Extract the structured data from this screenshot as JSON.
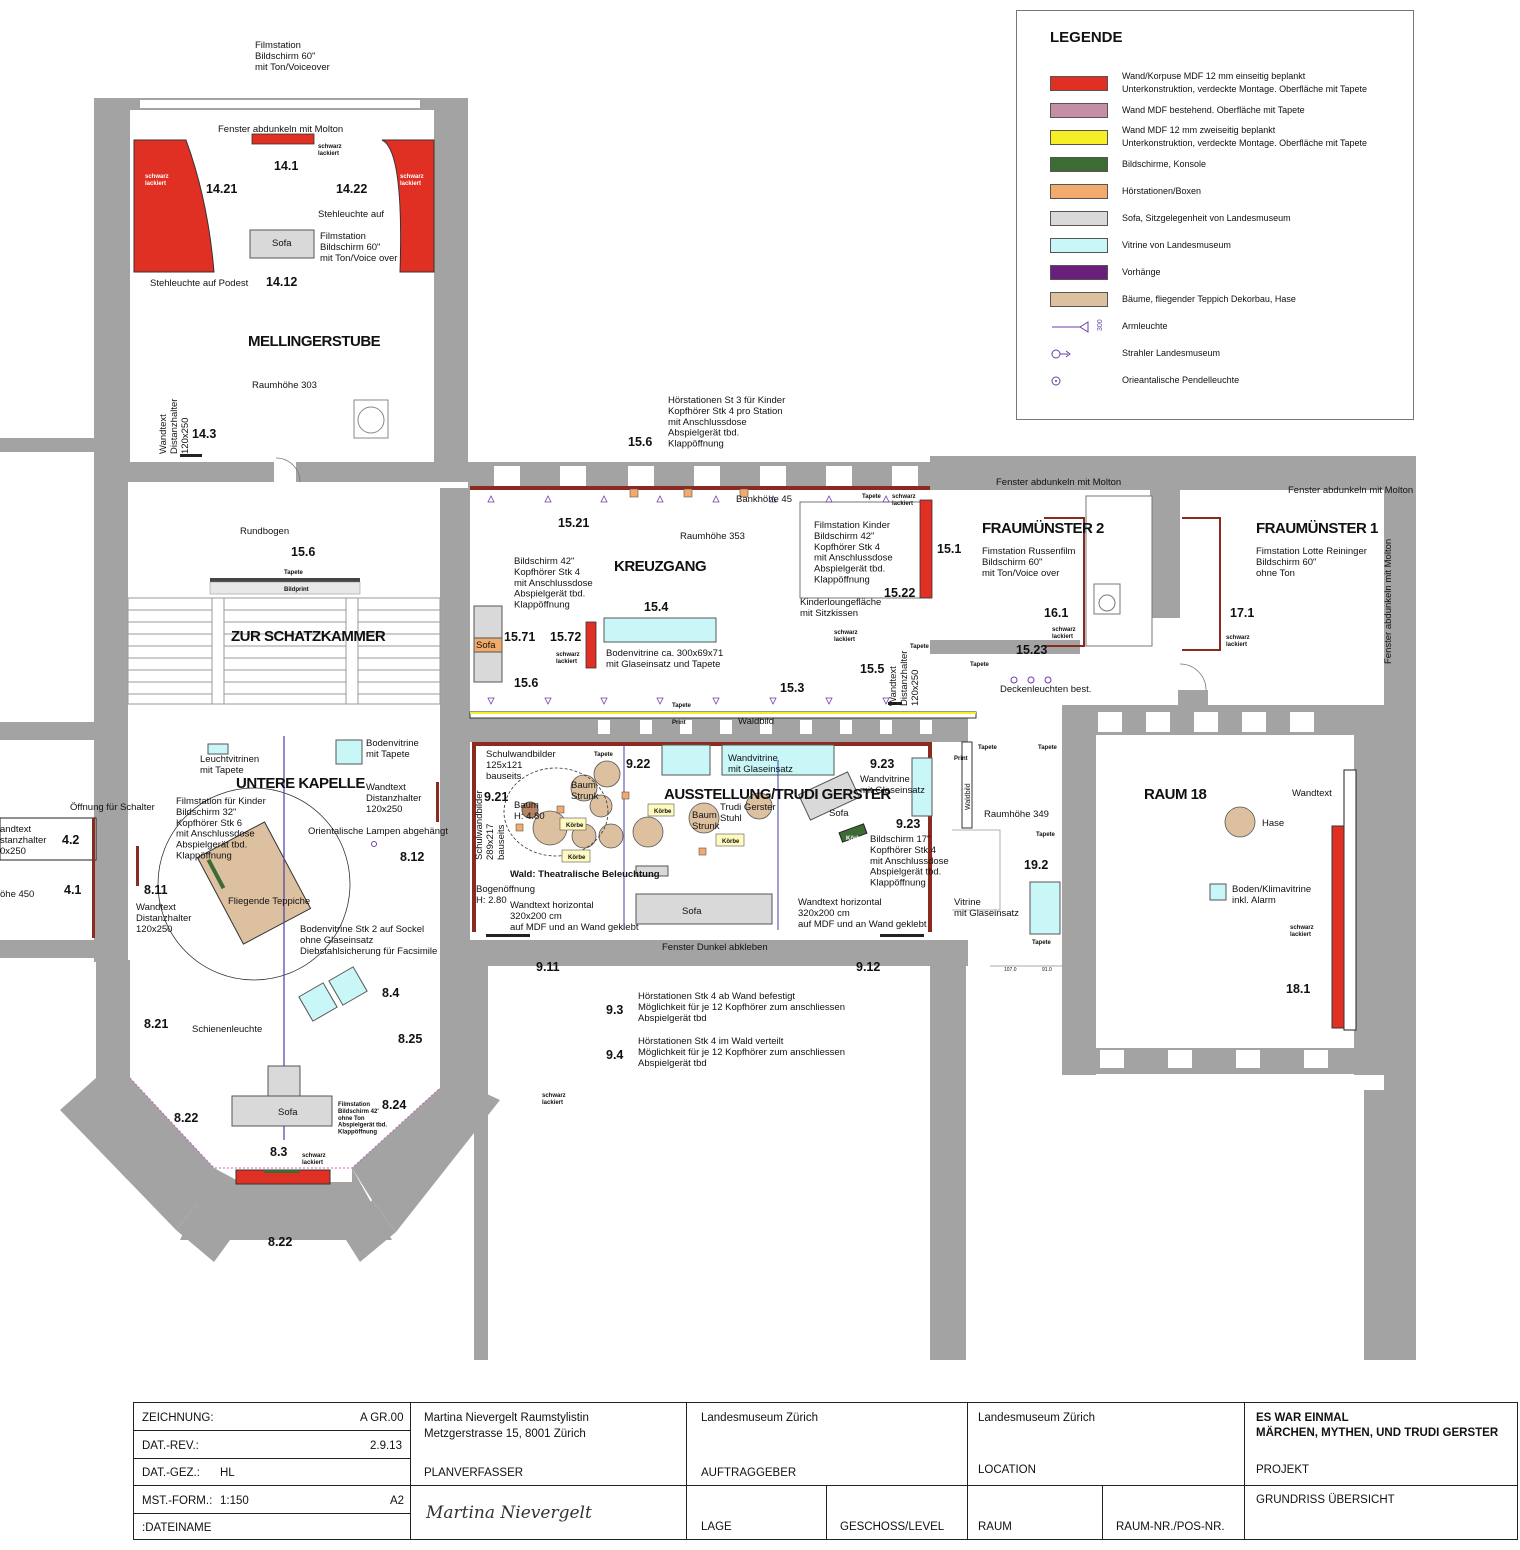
{
  "legend": {
    "title": "LEGENDE",
    "items": [
      {
        "color": "#e03024",
        "text": "Wand/Korpuse MDF 12 mm einseitig beplankt\nUnterkonstruktion, verdeckte Montage. Oberfläche mit Tapete"
      },
      {
        "color": "#c68da6",
        "text": "Wand MDF bestehend. Oberfläche mit Tapete"
      },
      {
        "color": "#f6ef25",
        "text": "Wand MDF 12 mm zweiseitig beplankt\nUnterkonstruktion, verdeckte Montage. Oberfläche mit Tapete"
      },
      {
        "color": "#3c6b33",
        "text": "Bildschirme, Konsole"
      },
      {
        "color": "#f2ab6c",
        "text": "Hörstationen/Boxen"
      },
      {
        "color": "#d9d9d9",
        "text": "Sofa, Sitzgelegenheit von Landesmuseum"
      },
      {
        "color": "#c9f6f7",
        "text": "Vitrine von Landesmuseum"
      },
      {
        "color": "#6a1f7d",
        "text": "Vorhänge"
      },
      {
        "color": "#dcc0a0",
        "text": "Bäume, fliegender Teppich Dekorbau, Hase"
      },
      {
        "symbol": "armleuchte-icon",
        "symbol_label": "300",
        "text": "Armleuchte"
      },
      {
        "symbol": "strahler-icon",
        "text": "Strahler Landesmuseum"
      },
      {
        "symbol": "pendelleuchte-icon",
        "text": "Orieantalische Pendelleuchte"
      }
    ]
  },
  "plan": {
    "rooms": {
      "mellingerstube": "MELLINGERSTUBE",
      "kreuzgang": "KREUZGANG",
      "schatzkammer": "ZUR SCHATZKAMMER",
      "untere_kapelle": "UNTERE KAPELLE",
      "ausstellung": "AUSSTELLUNG/TRUDI GERSTER",
      "fraumuenster2": "FRAUMÜNSTER 2",
      "fraumuenster1": "FRAUMÜNSTER 1",
      "raum18": "RAUM 18"
    },
    "numbers": {
      "n14_1": "14.1",
      "n14_21": "14.21",
      "n14_22": "14.22",
      "n14_12": "14.12",
      "n14_3": "14.3",
      "n15_6a": "15.6",
      "n15_6b": "15.6",
      "n15_6c": "15.6",
      "n15_21": "15.21",
      "n15_4": "15.4",
      "n15_71": "15.71",
      "n15_72": "15.72",
      "n15_3": "15.3",
      "n15_5": "15.5",
      "n15_22": "15.22",
      "n15_1": "15.1",
      "n15_23": "15.23",
      "n16_1": "16.1",
      "n17_1": "17.1",
      "n9_22": "9.22",
      "n9_21": "9.21",
      "n9_23a": "9.23",
      "n9_23b": "9.23",
      "n9_11": "9.11",
      "n9_12": "9.12",
      "n9_3": "9.3",
      "n9_4": "9.4",
      "n19_2": "19.2",
      "n18_1": "18.1",
      "n4_2": "4.2",
      "n4_1": "4.1",
      "n8_11": "8.11",
      "n8_12": "8.12",
      "n8_4": "8.4",
      "n8_21": "8.21",
      "n8_25": "8.25",
      "n8_22a": "8.22",
      "n8_22b": "8.22",
      "n8_24": "8.24",
      "n8_3": "8.3"
    },
    "notes": {
      "filmstation_top": "Filmstation\nBildschirm 60\"\nmit Ton/Voiceover",
      "fenster_molton1": "Fenster abdunkeln mit Molton",
      "schwarz1": "schwarz\nlackiert",
      "schwarz2": "schwarz\nlackiert",
      "schwarz3": "schwarz\nlackiert",
      "stehleuchte_auf": "Stehleuchte auf",
      "filmstation_mell": "Filmstation\nBildschirm 60\"\nmit Ton/Voice over",
      "stehleuchte_podest": "Stehleuchte auf Podest",
      "sofa1": "Sofa",
      "raumhoehe303": "Raumhöhe 303",
      "wandtext_vert1": "Wandtext\nDistanzhalter\n120x250",
      "hoerstationen_kinder": "Hörstationen St 3 für Kinder\nKopfhörer Stk 4 pro Station\nmit Anschlussdose\nAbspielgerät tbd.\nKlappöffnung",
      "bankhoehe": "Bankhöhe 45",
      "tapete_k": "Tapete",
      "raumhoehe353": "Raumhöhe 353",
      "bildschirm42": "Bildschirm 42\"\nKopfhörer Stk 4\nmit Anschlussdose\nAbspielgerät tbd.\nKlappöffnung",
      "bodenvitrine_300": "Bodenvitrine ca. 300x69x71\nmit Glaseinsatz und Tapete",
      "sofa2": "Sofa",
      "schwarz4": "schwarz\nlackiert",
      "schwarz5": "schwarz\nlackiert",
      "filmstation_kinder": "Filmstation Kinder\nBildschirm 42\"\nKopfhörer Stk 4\nmit Anschlussdose\nAbspielgerät tbd.\nKlappöffnung",
      "kinderlounge": "Kinderloungefläche\nmit Sitzkissen",
      "tapete_k2": "Tapete",
      "tapete_k3": "Tapete",
      "wandtext_vert2": "Wandtext\nDistanzhalter\n120x250",
      "print1": "Print",
      "waldbild": "Waldbild",
      "rundbogen": "Rundbogen",
      "tapete_s": "Tapete",
      "bildprint": "Bildprint",
      "fenster_molton2": "Fenster abdunkeln mit Molton",
      "fenster_molton3": "Fenster abdunkeln mit Molton",
      "fenster_molton4": "Fenster abdunkeln mit Molton",
      "film_russenfilm": "Fimstation Russenfilm\nBildschirm 60\"\nmit Ton/Voice over",
      "film_lotte": "Fimstation Lotte Reininger\nBildschirm 60\"\nohne Ton",
      "schwarz6": "schwarz\nlackiert",
      "schwarz7": "schwarz\nlackiert",
      "tapete_f": "Tapete",
      "deckenleuchten": "Deckenleuchten best.",
      "leuchtvitrinen": "Leuchtvitrinen\nmit Tapete",
      "bodenvitrine_tapete": "Bodenvitrine\nmit Tapete",
      "oeffnung_schalter": "Öffnung für Schalter",
      "filmstation_kinder32": "Filmstation für Kinder\nBildschirm 32\"\nKopfhörer Stk 6\nmit Anschlussdose\nAbspielgerät tbd.\nKlappöffnung",
      "wandtext_dist1": "Wandtext\nDistanzhalter\n120x250",
      "orient_lampen": "Orientalische Lampen abgehängt",
      "fliegende_teppiche": "Fliegende Teppiche",
      "wandtext_dist2": "Wandtext\nDistanzhalter\n120x250",
      "bodenvitrine_stk2": "Bodenvitrine Stk 2 auf Sockel\nohne Glaseinsatz\nDiebstahlsicherung für Facsimile",
      "schienenleuchte": "Schienenleuchte",
      "sofa3": "Sofa",
      "filmstation_42": "Filmstation\nBildschirm 42'\nohne Ton\nAbspielgerät tbd.\nKlappöffnung",
      "wandtext_left": "andtext\nstanzhalter\n0x250",
      "hoehe450": "öhe 450",
      "schulwandbilder": "Schulwandbilder\n125x121\nbauseits",
      "tapete_a": "Tapete",
      "schulwandbilder_vert": "Schulwandbilder\n289x217\nbauseits",
      "baum_h": "Baum\nH: 4.80",
      "baum_strunk1": "Baum\nStrunk",
      "baum_strunk2": "Baum\nStrunk",
      "koerbe1": "Körbe",
      "koerbe2": "Körbe",
      "koerbe3": "Körbe",
      "koerbe4": "Körbe",
      "trudi_stuhl": "Trudi Gerster\nStuhl",
      "wald_beleuchtung": "Wald: Theatralische Beleuchtung",
      "wandvitrine_glas": "Wandvitrine\nmit Glaseinsatz",
      "wandvitrine_glas2": "Wandvitrine\nmit Glaseinsatz",
      "sofa4": "Sofa",
      "bildschirm17": "Bildschirm 17\"\nKopfhörer Stk 4\nmit Anschlussdose\nAbspielgerät tbd.\nKlappöffnung",
      "koerbe5": "Körbe",
      "bogenoeffnung": "Bogenöffnung\nH: 2.80",
      "wandtext_h1": "Wandtext horizontal\n320x200 cm\nauf MDF und an Wand geklebt",
      "sofa5": "Sofa",
      "wandtext_h2": "Wandtext horizontal\n320x200 cm\nauf MDF und an Wand geklebt",
      "fenster_dunkel": "Fenster Dunkel abkleben",
      "print2": "Print",
      "tapete_r1": "Tapete",
      "tapete_r2": "Tapete",
      "waldbild_v": "Waldbild",
      "raumhoehe349": "Raumhöhe 349",
      "vitrine_glas": "Vitrine\nmit Glaseinsatz",
      "tapete_r3": "Tapete",
      "tapete_r4": "Tapete",
      "dim1": "107.0",
      "dim2": "91.0",
      "hase": "Hase",
      "wandtext_r18": "Wandtext",
      "boden_klima": "Boden/Klimavitrine\ninkl. Alarm",
      "schwarz8": "schwarz\nlackiert",
      "hoer_stk4_wand": "Hörstationen Stk 4 ab Wand befestigt\nMöglichkeit für je 12 Kopfhörer zum anschliessen\nAbspielgerät tbd",
      "hoer_stk4_wald": "Hörstationen Stk 4 im Wald verteilt\nMöglichkeit für je 12 Kopfhörer zum anschliessen\nAbspielgerät tbd",
      "schwarz9": "schwarz\nlackiert",
      "fenster_vert": "Fenster abdunkeln mit Molton",
      "armleuchte_300": "300"
    }
  },
  "titleblock": {
    "zeichnung_label": "ZEICHNUNG:",
    "zeichnung_value": "A  GR.00",
    "datrev_label": "DAT.-REV.:",
    "datrev_value": "2.9.13",
    "datgez_label": "DAT.-GEZ.:",
    "datgez_value": "HL",
    "mst_label": "MST.-FORM.:",
    "mst_value": "1:150",
    "format_value": "A2",
    "dateiname_label": ":DATEINAME",
    "planverfasser_name": "Martina Nievergelt Raumstylistin",
    "planverfasser_addr": "Metzgerstrasse 15, 8001 Zürich",
    "planverfasser_label": "PLANVERFASSER",
    "signature": "Martina Nievergelt",
    "auftraggeber_name": "Landesmuseum Zürich",
    "auftraggeber_label": "AUFTRAGGEBER",
    "location_name": "Landesmuseum Zürich",
    "location_label": "LOCATION",
    "projekt_title": "ES WAR EINMAL\nMÄRCHEN, MYTHEN, UND TRUDI GERSTER",
    "projekt_label": "PROJEKT",
    "grundriss": "GRUNDRISS ÜBERSICHT",
    "lage_label": "LAGE",
    "geschoss_label": "GESCHOSS/LEVEL",
    "raum_label": "RAUM",
    "raumnr_label": "RAUM-NR./POS-NR."
  }
}
